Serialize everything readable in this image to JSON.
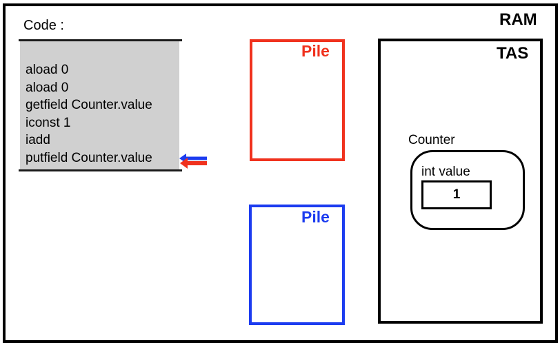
{
  "code": {
    "label": "Code :",
    "lines": [
      "aload 0",
      "aload 0",
      "getfield Counter.value",
      "iconst 1",
      "iadd",
      "putfield Counter.value"
    ],
    "current_line_index": 5
  },
  "ram": {
    "title": "RAM"
  },
  "tas": {
    "title": "TAS",
    "object": {
      "name": "Counter",
      "field_label": "int value",
      "field_value": "1"
    }
  },
  "stacks": {
    "red": {
      "label": "Pile"
    },
    "blue": {
      "label": "Pile"
    }
  },
  "colors": {
    "red_stack": "#f0321e",
    "blue_stack": "#1c3cf0",
    "code_background": "#d0d0d0",
    "outline": "#000000"
  }
}
